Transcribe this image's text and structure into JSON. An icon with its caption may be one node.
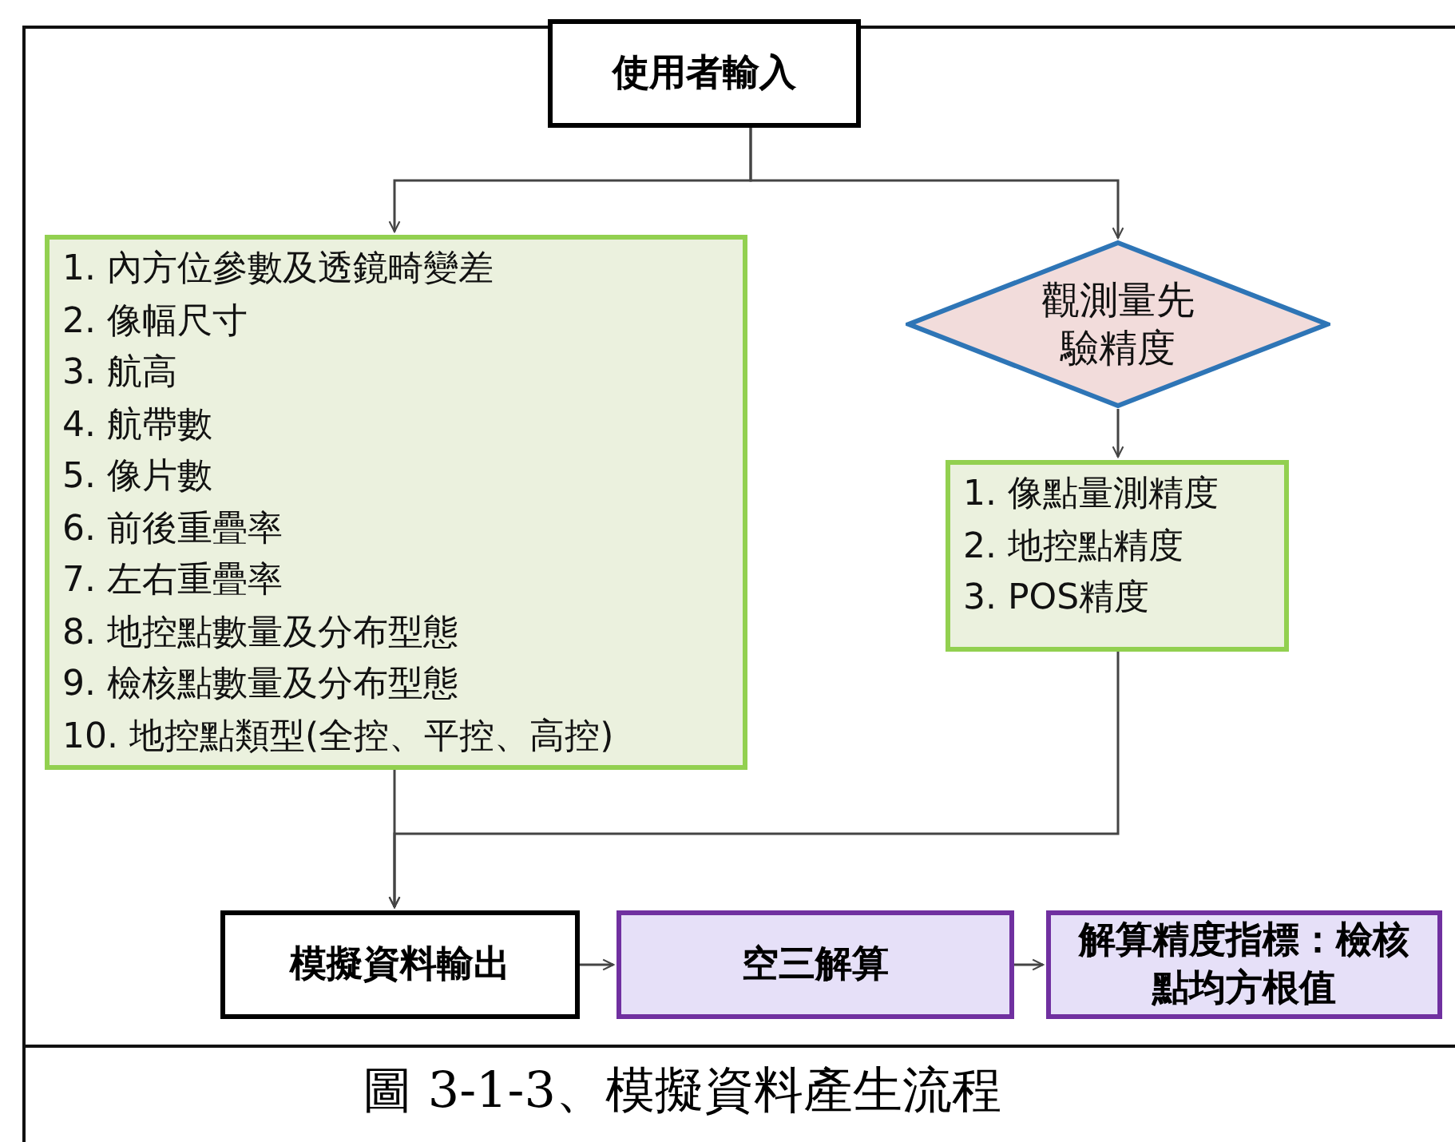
{
  "diagram": {
    "caption": "圖 3-1-3、模擬資料產生流程",
    "nodes": [
      {
        "text": [
          "使用者輸入"
        ]
      },
      {
        "text": [
          "1. 內方位參數及透鏡畸變差",
          "2. 像幅尺寸",
          "3. 航高",
          "4. 航帶數",
          "5. 像片數",
          "6. 前後重疊率",
          "7. 左右重疊率",
          "8. 地控點數量及分布型態",
          "9. 檢核點數量及分布型態",
          "10. 地控點類型(全控、平控、高控)"
        ]
      },
      {
        "text": [
          "觀測量先驗精度"
        ]
      },
      {
        "text": [
          "1. 像點量測精度",
          "2. 地控點精度",
          "3. POS精度"
        ]
      },
      {
        "text": [
          "模擬資料輸出"
        ]
      },
      {
        "text": [
          "空三解算"
        ]
      },
      {
        "text": [
          "解算精度指標：檢核點均方根值"
        ]
      }
    ],
    "edges": [
      {
        "from": 0,
        "to": 1,
        "arrow": "to"
      },
      {
        "from": 0,
        "to": 2,
        "arrow": "to"
      },
      {
        "from": 2,
        "to": 3,
        "arrow": "to"
      },
      {
        "from": 1,
        "to": 4,
        "arrow": "to"
      },
      {
        "from": 3,
        "to": 4,
        "arrow": "to"
      },
      {
        "from": 4,
        "to": 5,
        "arrow": "to"
      },
      {
        "from": 5,
        "to": 6,
        "arrow": "to"
      }
    ]
  }
}
